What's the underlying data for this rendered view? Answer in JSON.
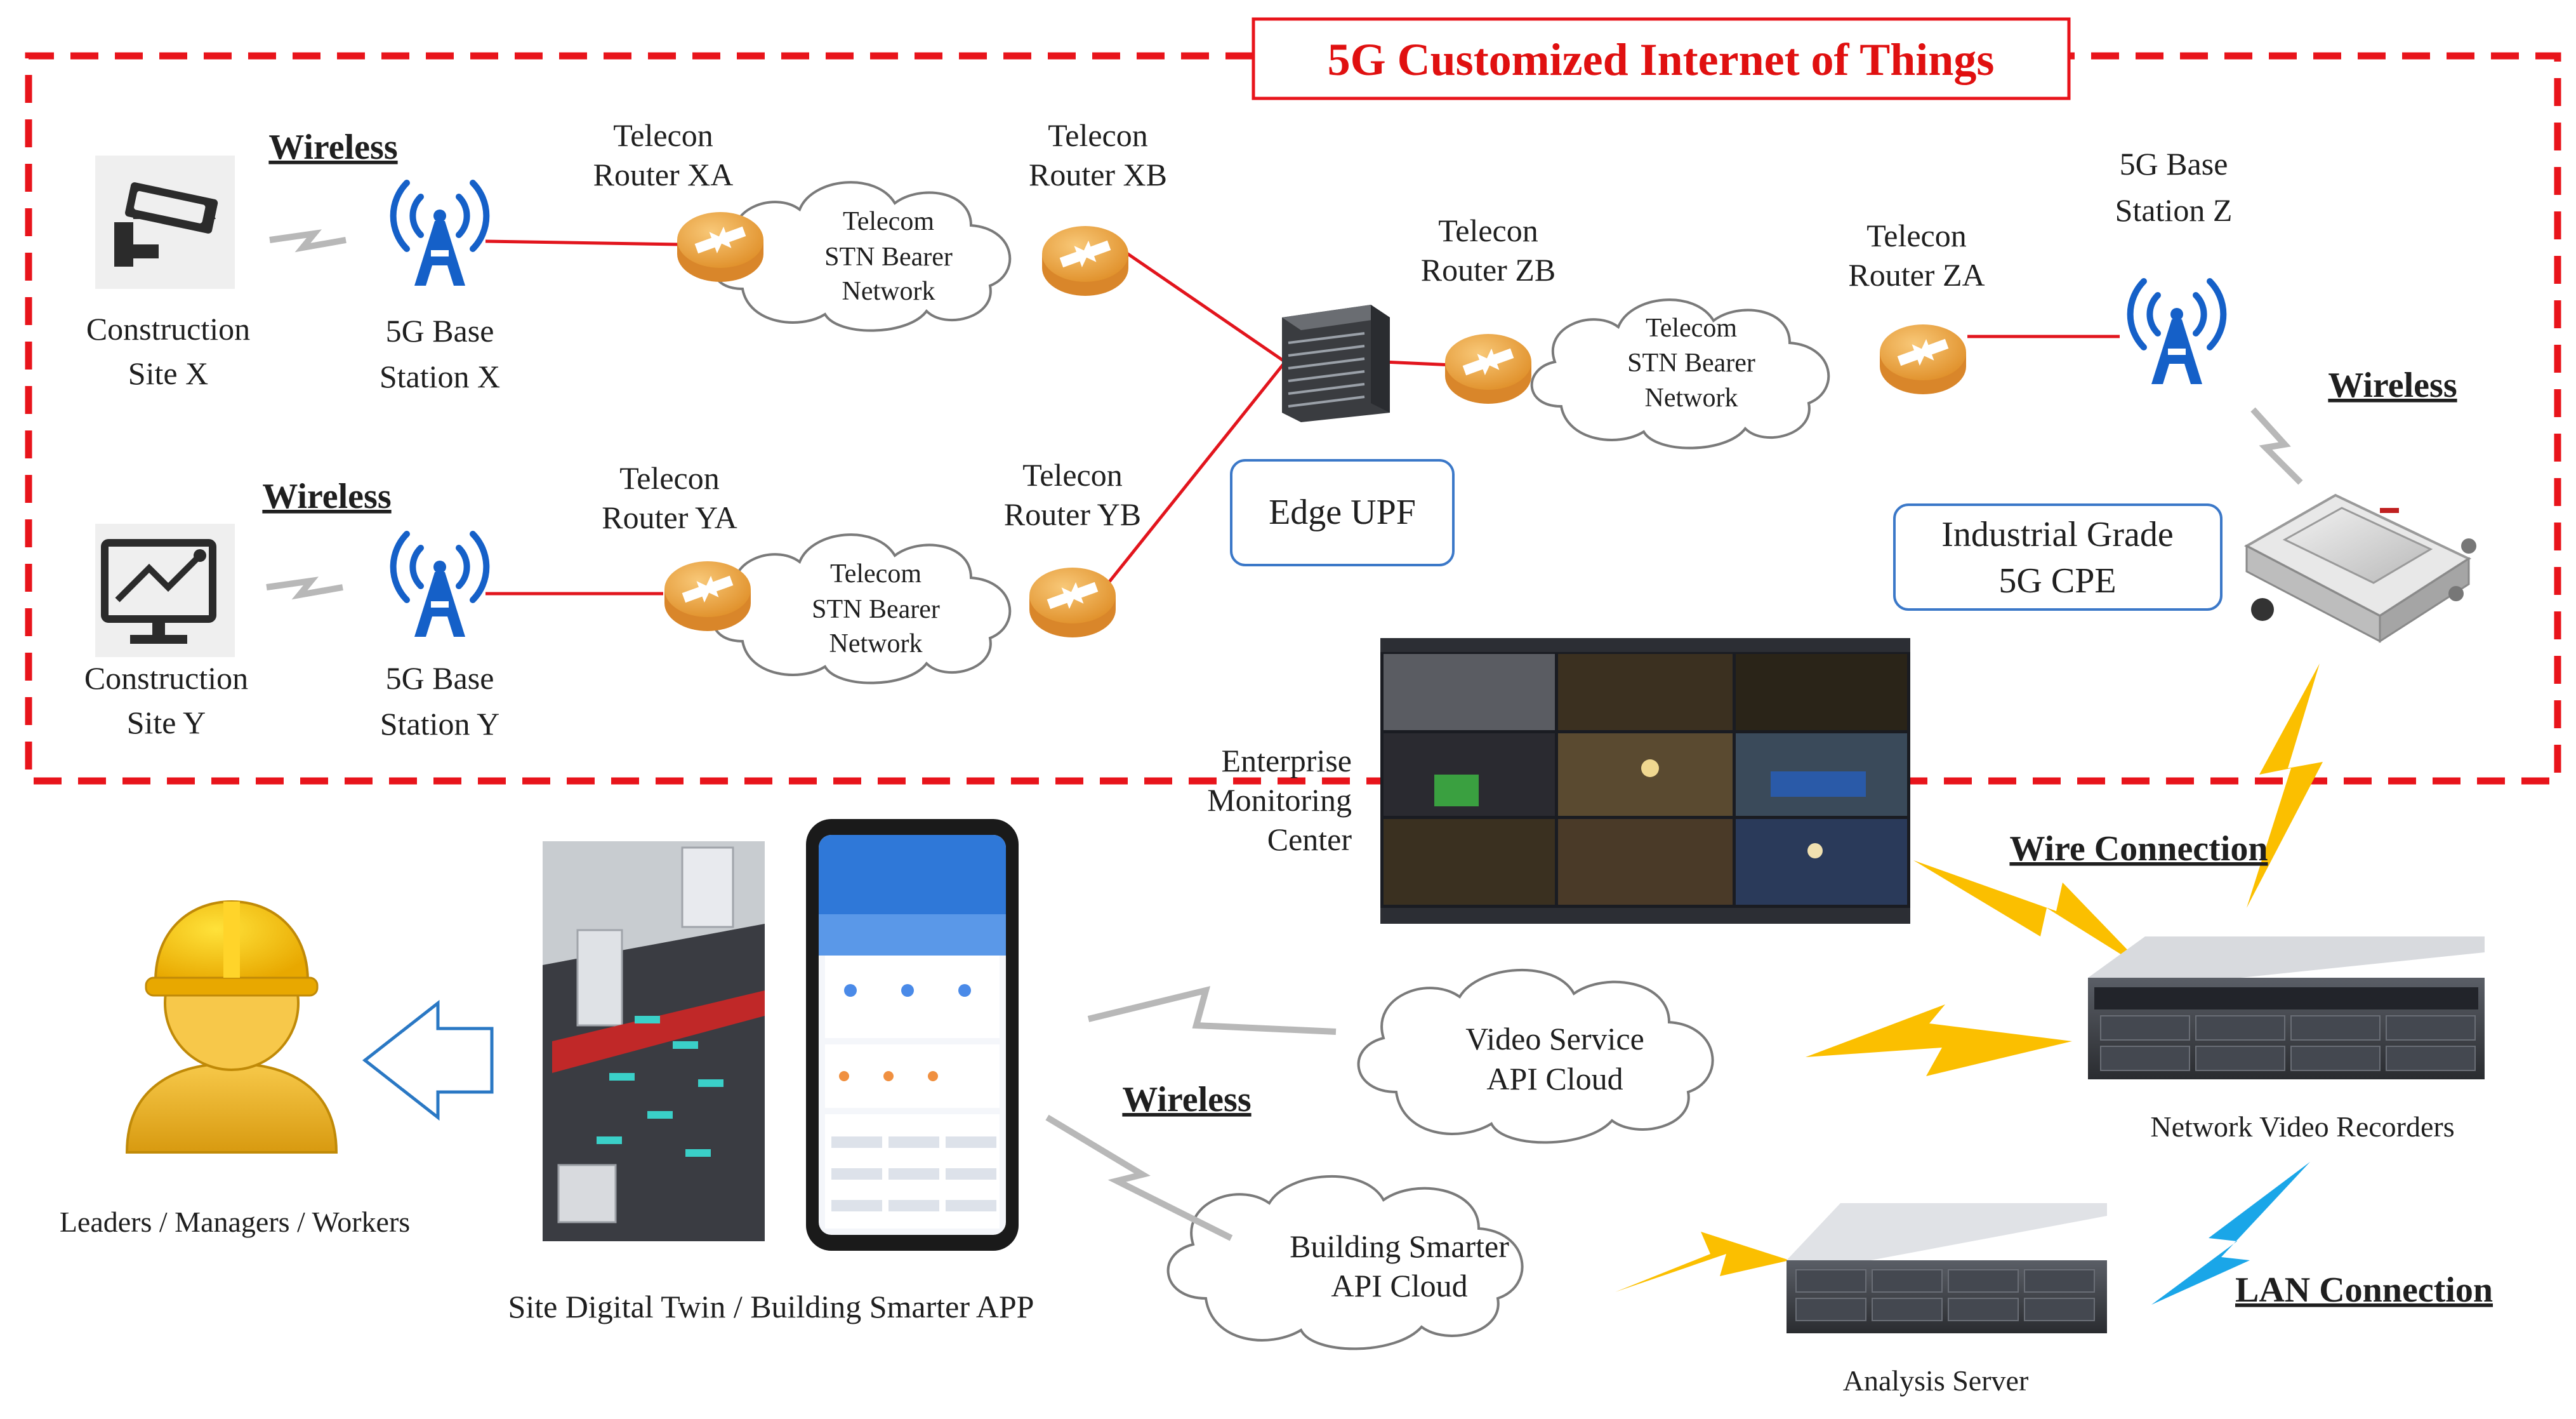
{
  "colors": {
    "dashed_border": "#e8141b",
    "title_red": "#e01010",
    "link_red": "#e2151d",
    "router_orange": "#f0a040",
    "antenna_blue": "#1560c8",
    "lightning_yellow": "#fbbf00",
    "lightning_blue": "#1aa6e8",
    "box_border": "#3b78c8",
    "arrow_blue": "#2a78c4"
  },
  "title": "5G Customized Internet of Things",
  "sites": {
    "x": {
      "line1": "Construction",
      "line2": "Site X",
      "icon": "cctv-camera-icon"
    },
    "y": {
      "line1": "Construction",
      "line2": "Site Y",
      "icon": "monitor-chart-icon"
    }
  },
  "base_stations": {
    "x": {
      "line1": "5G Base",
      "line2": "Station X"
    },
    "y": {
      "line1": "5G Base",
      "line2": "Station Y"
    },
    "z": {
      "line1": "5G Base",
      "line2": "Station Z"
    }
  },
  "routers": {
    "xa": {
      "line1": "Telecon",
      "line2": "Router XA"
    },
    "xb": {
      "line1": "Telecon",
      "line2": "Router XB"
    },
    "ya": {
      "line1": "Telecon",
      "line2": "Router YA"
    },
    "yb": {
      "line1": "Telecon",
      "line2": "Router YB"
    },
    "zb": {
      "line1": "Telecon",
      "line2": "Router ZB"
    },
    "za": {
      "line1": "Telecon",
      "line2": "Router ZA"
    }
  },
  "stn": {
    "line1": "Telecom",
    "line2": "STN Bearer",
    "line3": "Network"
  },
  "wireless": "Wireless",
  "edge_upf": "Edge UPF",
  "cpe": {
    "line1": "Industrial Grade",
    "line2": "5G CPE"
  },
  "monitoring": {
    "line1": "Enterprise",
    "line2": "Monitoring",
    "line3": "Center"
  },
  "wire_connection": "Wire Connection",
  "lan_connection": "LAN Connection",
  "nvr": "Network Video Recorders",
  "analysis_server": "Analysis Server",
  "video_cloud": {
    "line1": "Video Service",
    "line2": "API Cloud"
  },
  "building_cloud": {
    "line1": "Building Smarter",
    "line2": "API Cloud"
  },
  "users": "Leaders / Managers / Workers",
  "app_caption": "Site Digital Twin / Building Smarter APP"
}
